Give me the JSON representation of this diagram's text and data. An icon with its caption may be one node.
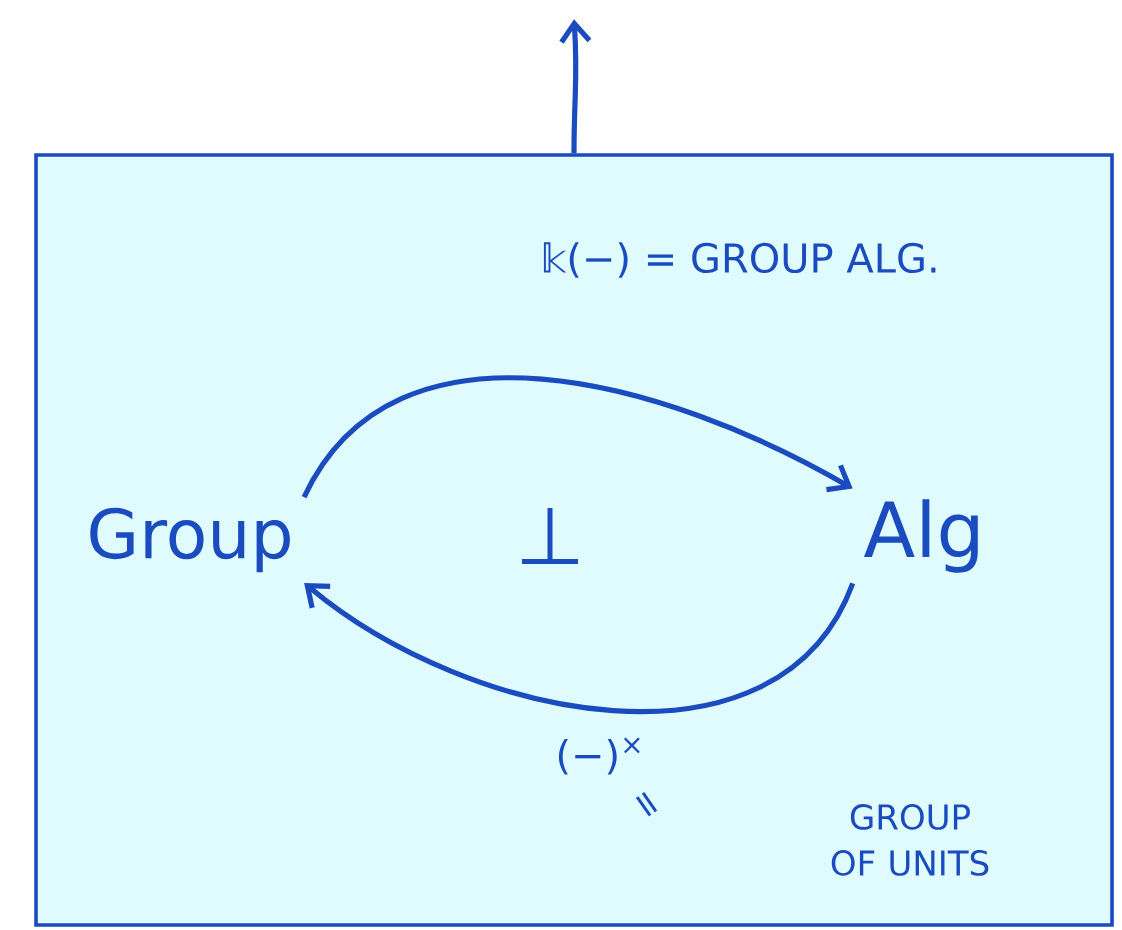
{
  "diagram": {
    "nodes": [
      {
        "text": [],
        "shape": "box"
      },
      {
        "text": [
          "Group"
        ],
        "in": 0
      },
      {
        "text": [
          "Alg"
        ],
        "in": 0
      }
    ],
    "edges": [
      {
        "from": 0,
        "to": null,
        "arrow": "to"
      },
      {
        "from": 1,
        "to": 2,
        "arrow": "to",
        "label": "𝕜(−) = GROUP ALG."
      },
      {
        "from": 2,
        "to": 1,
        "arrow": "to",
        "label": "(−)$^{×}$"
      }
    ],
    "labels": [
      "⊥",
      "=",
      "GROUP OF UNITS"
    ]
  }
}
